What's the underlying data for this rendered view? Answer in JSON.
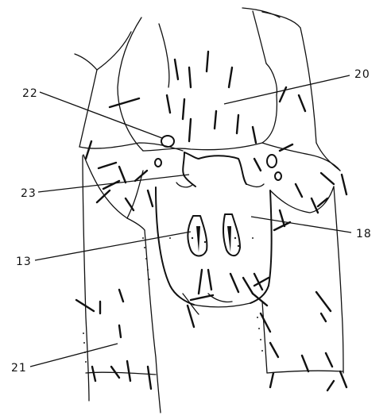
{
  "labels": {
    "l20": "20",
    "l22": "22",
    "l23": "23",
    "l18": "18",
    "l13": "13",
    "l21": "21"
  }
}
